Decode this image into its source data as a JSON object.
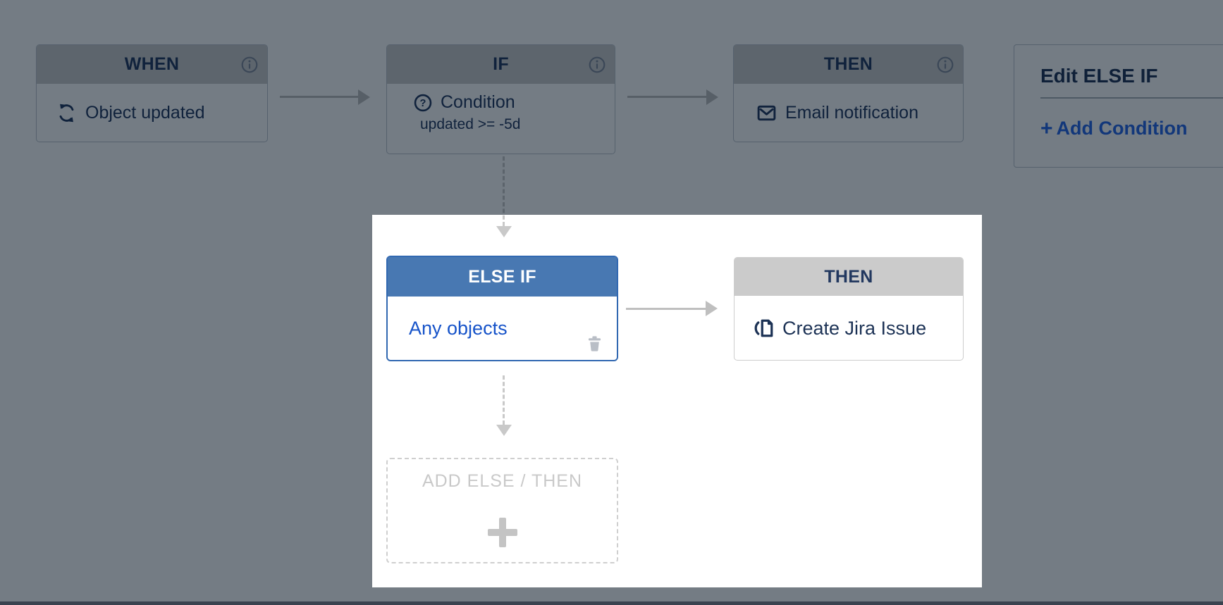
{
  "palette": {
    "dim_overlay": "rgba(2,16,31,0.55)",
    "else_if_header_blue": "#4878B2",
    "active_text_blue": "#1653C9",
    "link_blue": "#2667E8",
    "navy_text": "#22385F",
    "header_gray": "#CCCCCC"
  },
  "icons": {
    "plus": "+"
  },
  "nodes": {
    "when": {
      "header": "WHEN",
      "label": "Object updated"
    },
    "if": {
      "header": "IF",
      "label": "Condition",
      "detail": "updated >= -5d"
    },
    "then_email": {
      "header": "THEN",
      "label": "Email notification"
    },
    "else_if": {
      "header": "ELSE IF",
      "label": "Any objects"
    },
    "then_create": {
      "header": "THEN",
      "label": "Create Jira Issue"
    },
    "add_else_then": {
      "label": "ADD ELSE / THEN"
    }
  },
  "edit_panel": {
    "title": "Edit ELSE IF",
    "actions": [
      {
        "label": "Add Condition"
      }
    ]
  }
}
